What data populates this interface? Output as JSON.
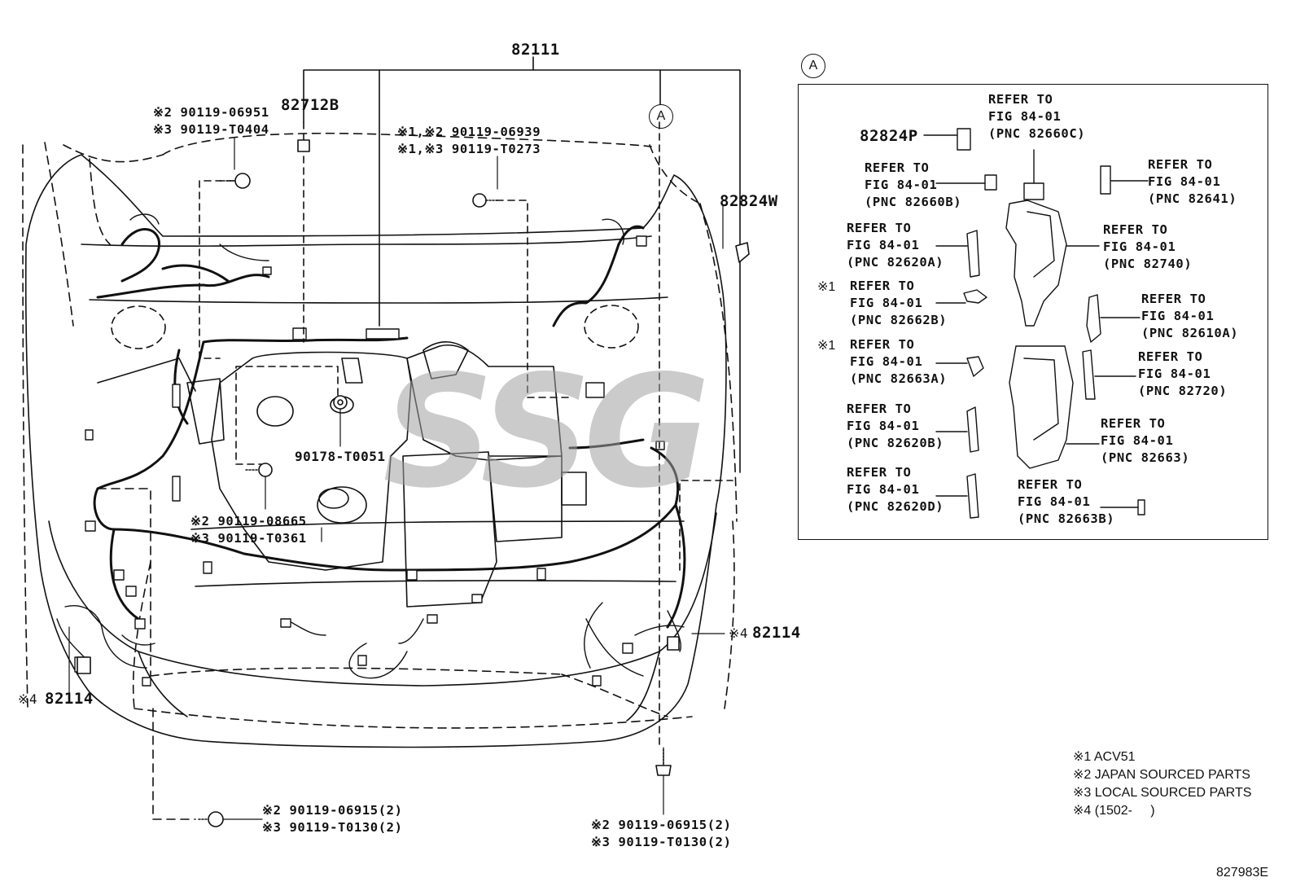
{
  "main_labels": {
    "harness_top": "82111",
    "clamp_top": "82712B",
    "clip_right": "82824W",
    "screw_center": "90178-T0051",
    "sensor_right": "82114",
    "sensor_left": "82114",
    "sensor_right_note": "※4",
    "sensor_left_note": "※4"
  },
  "callout_a": "A",
  "bolt_groups": {
    "top_left": [
      "※2 90119-06951",
      "※3 90119-T0404"
    ],
    "top_center": [
      "※1,※2 90119-06939",
      "※1,※3 90119-T0273"
    ],
    "mid_left": [
      "※2 90119-08665",
      "※3 90119-T0361"
    ],
    "bottom_left": [
      "※2 90119-06915(2)",
      "※3 90119-T0130(2)"
    ],
    "bottom_center": [
      "※2 90119-06915(2)",
      "※3 90119-T0130(2)"
    ]
  },
  "inset": {
    "clip_label": "82824P",
    "refs": [
      {
        "mark": "",
        "lines": [
          "REFER TO",
          "FIG 84-01",
          "(PNC 82660C)"
        ]
      },
      {
        "mark": "",
        "lines": [
          "REFER TO",
          "FIG 84-01",
          "(PNC 82660B)"
        ]
      },
      {
        "mark": "",
        "lines": [
          "REFER TO",
          "FIG 84-01",
          "(PNC 82641)"
        ]
      },
      {
        "mark": "",
        "lines": [
          "REFER TO",
          "FIG 84-01",
          "(PNC 82620A)"
        ]
      },
      {
        "mark": "",
        "lines": [
          "REFER TO",
          "FIG 84-01",
          "(PNC 82740)"
        ]
      },
      {
        "mark": "※1",
        "lines": [
          "REFER TO",
          "FIG 84-01",
          "(PNC 82662B)"
        ]
      },
      {
        "mark": "",
        "lines": [
          "REFER TO",
          "FIG 84-01",
          "(PNC 82610A)"
        ]
      },
      {
        "mark": "※1",
        "lines": [
          "REFER TO",
          "FIG 84-01",
          "(PNC 82663A)"
        ]
      },
      {
        "mark": "",
        "lines": [
          "REFER TO",
          "FIG 84-01",
          "(PNC 82720)"
        ]
      },
      {
        "mark": "",
        "lines": [
          "REFER TO",
          "FIG 84-01",
          "(PNC 82620B)"
        ]
      },
      {
        "mark": "",
        "lines": [
          "REFER TO",
          "FIG 84-01",
          "(PNC 82663)"
        ]
      },
      {
        "mark": "",
        "lines": [
          "REFER TO",
          "FIG 84-01",
          "(PNC 82620D)"
        ]
      },
      {
        "mark": "",
        "lines": [
          "REFER TO",
          "FIG 84-01",
          "(PNC 82663B)"
        ]
      }
    ]
  },
  "notes": [
    "※1 ACV51",
    "※2 JAPAN SOURCED PARTS",
    "※3 LOCAL SOURCED PARTS",
    "※4 (1502-     )"
  ],
  "figure_id": "827983E",
  "watermark": "SSG"
}
